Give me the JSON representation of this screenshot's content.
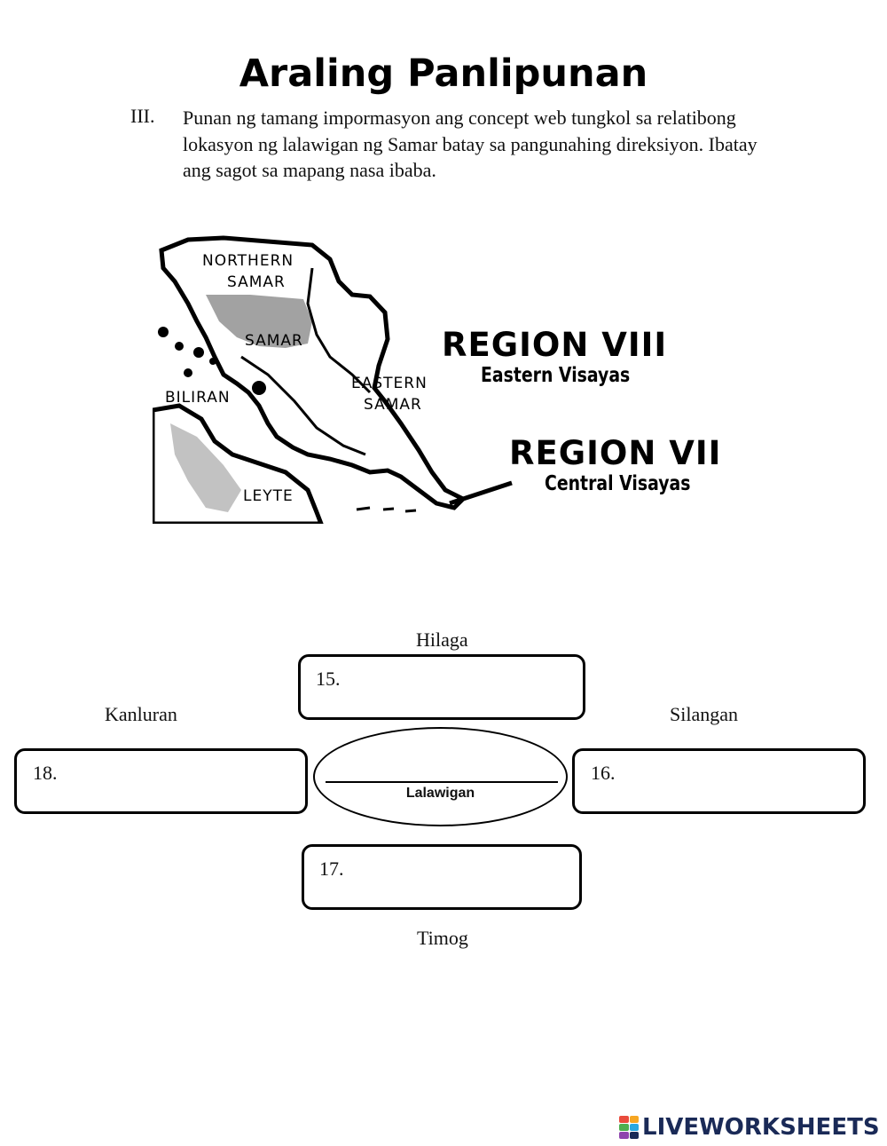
{
  "worksheet": {
    "title": "Araling Panlipunan",
    "instruction_number": "III.",
    "instruction_text": "Punan ng tamang impormasyon ang concept web tungkol sa relatibong lokasyon ng lalawigan ng Samar batay sa pangunahing direksiyon. Ibatay ang sagot sa mapang nasa ibaba."
  },
  "map": {
    "places": {
      "northern_samar": [
        "NORTHERN",
        "SAMAR"
      ],
      "samar": "SAMAR",
      "biliran": "BILIRAN",
      "eastern_samar": [
        "EASTERN",
        "SAMAR"
      ],
      "leyte": "LEYTE"
    },
    "region8": {
      "name": "REGION VIII",
      "subtitle": "Eastern Visayas"
    },
    "region7": {
      "name": "REGION VII",
      "subtitle": "Central Visayas"
    }
  },
  "concept_web": {
    "north": {
      "direction": "Hilaga",
      "number": "15."
    },
    "east": {
      "direction": "Silangan",
      "number": "16."
    },
    "south": {
      "direction": "Timog",
      "number": "17."
    },
    "west": {
      "direction": "Kanluran",
      "number": "18."
    },
    "center_label": "Lalawigan"
  },
  "branding": {
    "text": "LIVEWORKSHEETS",
    "logo_colors": [
      "#e94b3c",
      "#f6a623",
      "#4caf50",
      "#29a8e0",
      "#8e44ad",
      "#1a2a57"
    ]
  }
}
